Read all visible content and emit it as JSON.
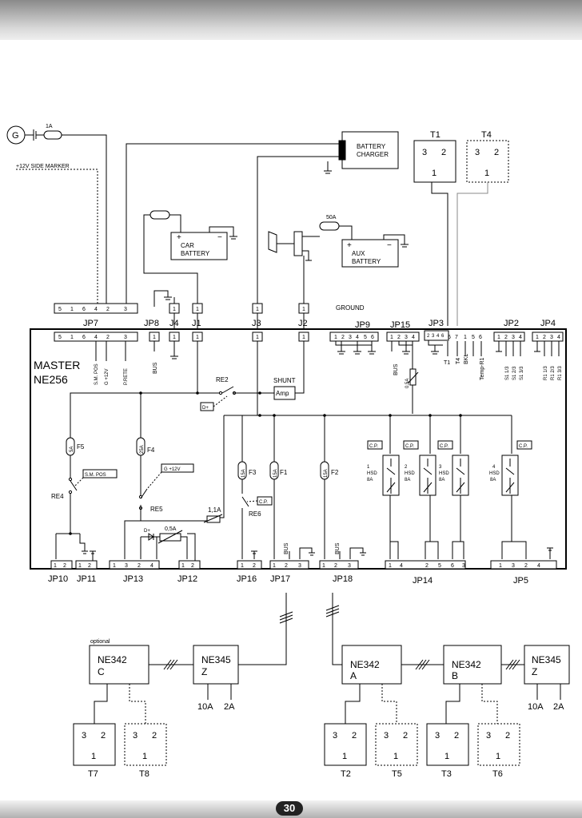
{
  "page_number": "30",
  "master": {
    "name": "MASTER",
    "model": "NE256"
  },
  "generator": {
    "symbol": "G",
    "fuse": "1A",
    "side_marker": "+12V SIDE MARKER"
  },
  "charger": {
    "line1": "BATTERY",
    "line2": "CHARGER"
  },
  "car_battery": {
    "line1": "CAR",
    "line2": "BATTERY"
  },
  "aux_battery": {
    "line1": "AUX",
    "line2": "BATTERY",
    "fuse": "50A"
  },
  "ground_label": "GROUND",
  "top_connectors": {
    "jp7": "JP7",
    "jp8": "JP8",
    "j4": "J4",
    "j1": "J1",
    "j3": "J3",
    "j2": "J2",
    "jp9": "JP9",
    "jp15": "JP15",
    "jp3": "JP3",
    "jp2": "JP2",
    "jp4": "JP4"
  },
  "jp7_pins": [
    "5",
    "1",
    "6",
    "4",
    "2",
    "3"
  ],
  "jp7_signals": [
    "S.M. POS",
    "G +12V",
    "P.RETE"
  ],
  "jp9_pins": [
    "1",
    "2",
    "3",
    "4",
    "5",
    "6"
  ],
  "jp3_pins": [
    "2",
    "3",
    "4",
    "6",
    "7",
    "1",
    "5",
    "6"
  ],
  "jp3_signals": [
    "T1",
    "T4",
    "BKL",
    "Temp-R1"
  ],
  "jp2_pins": [
    "1",
    "2",
    "3",
    "4"
  ],
  "jp2_signals": [
    "S1 1/3",
    "S1 2/3",
    "S1 3/3"
  ],
  "jp4_signals": [
    "R1 1/3",
    "R1 2/3",
    "R1 3/3"
  ],
  "bus": "BUS",
  "shunt": {
    "label": "SHUNT",
    "amp": "Amp"
  },
  "relays": {
    "re2": "RE2",
    "re4": "RE4",
    "re5": "RE5",
    "re6": "RE6",
    "dplus": "D+"
  },
  "relay_tags": {
    "sm_pos": "S.M. POS",
    "g12": "G +12V",
    "cp": "C.P."
  },
  "fuses": {
    "f5": {
      "name": "F5",
      "rating": "5A"
    },
    "f4": {
      "name": "F4",
      "rating": "25A"
    },
    "f3": {
      "name": "F3",
      "rating": "15A"
    },
    "f1": {
      "name": "F1",
      "rating": "15A"
    },
    "f2": {
      "name": "F2",
      "rating": "15A"
    },
    "jp15": "0,5A",
    "r11": "1,1A",
    "d05": "0,5A"
  },
  "hsd": [
    {
      "num": "1",
      "label": "HSD",
      "amp": "8A"
    },
    {
      "num": "2",
      "label": "HSD",
      "amp": "8A"
    },
    {
      "num": "3",
      "label": "HSD",
      "amp": "8A"
    },
    {
      "num": "4",
      "label": "HSD",
      "amp": "8A"
    }
  ],
  "bottom_connectors": {
    "jp10": "JP10",
    "jp11": "JP11",
    "jp13": "JP13",
    "jp12": "JP12",
    "jp16": "JP16",
    "jp17": "JP17",
    "jp18": "JP18",
    "jp14": "JP14",
    "jp5": "JP5"
  },
  "jp14_pins": [
    "1",
    "4",
    "2",
    "5",
    "6",
    "3"
  ],
  "jp5_pins": [
    "1",
    "3",
    "2",
    "4"
  ],
  "optional": "optional",
  "modules": [
    {
      "name": "NE342",
      "sub": "C"
    },
    {
      "name": "NE345",
      "sub": "Z",
      "a": "10A",
      "b": "2A"
    },
    {
      "name": "NE342",
      "sub": "A"
    },
    {
      "name": "NE342",
      "sub": "B"
    },
    {
      "name": "NE345",
      "sub": "Z",
      "a": "10A",
      "b": "2A"
    }
  ],
  "tanks": {
    "t1": "T1",
    "t4": "T4",
    "t7": "T7",
    "t8": "T8",
    "t2": "T2",
    "t5": "T5",
    "t3": "T3",
    "t6": "T6"
  },
  "tank_pins": {
    "a": "3",
    "b": "2",
    "c": "1"
  }
}
